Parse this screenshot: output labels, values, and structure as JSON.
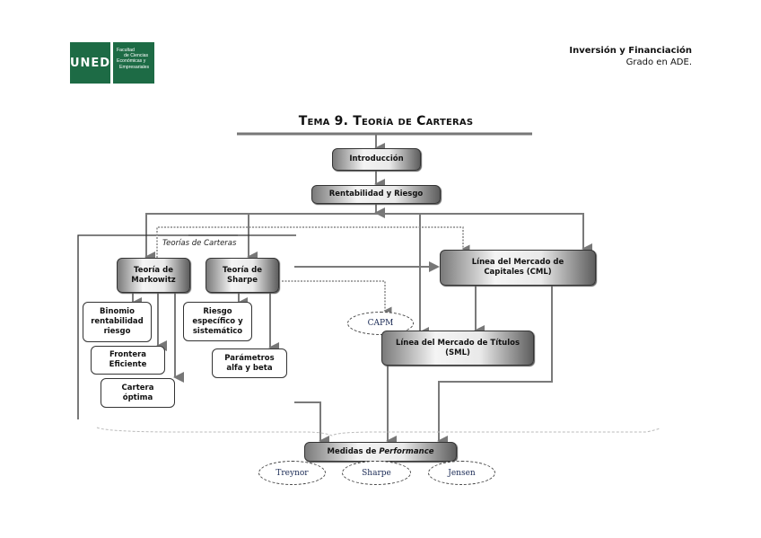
{
  "header": {
    "logo_main": "UNED",
    "logo_sub": [
      "Facultad",
      "de Ciencias",
      "Económicas y",
      "Empresariales"
    ],
    "course_title": "Inversión y Financiación",
    "course_subtitle": "Grado en ADE.",
    "brand_color": "#1d6b45"
  },
  "diagram": {
    "title": "Tema 9. Teoría de Carteras",
    "group_label": "Teorías de Carteras",
    "nodes": {
      "intro": "Introducción",
      "rent": "Rentabilidad y Riesgo",
      "markowitz": "Teoría de Markowitz",
      "sharpe": "Teoría de Sharpe",
      "binomio": "Binomio rentabilidad riesgo",
      "frontera": "Frontera Eficiente",
      "cartera": "Cartera óptima",
      "riesgo": "Riesgo específico y sistemático",
      "parametros": "Parámetros alfa y beta",
      "cml": "Línea del Mercado de Capitales (CML)",
      "capm": "CAPM",
      "sml": "Línea del Mercado de Títulos (SML)",
      "medidas_prefix": "Medidas de ",
      "medidas_italic": "Performance",
      "treynor": "Treynor",
      "sharpe_m": "Sharpe",
      "jensen": "Jensen"
    }
  }
}
